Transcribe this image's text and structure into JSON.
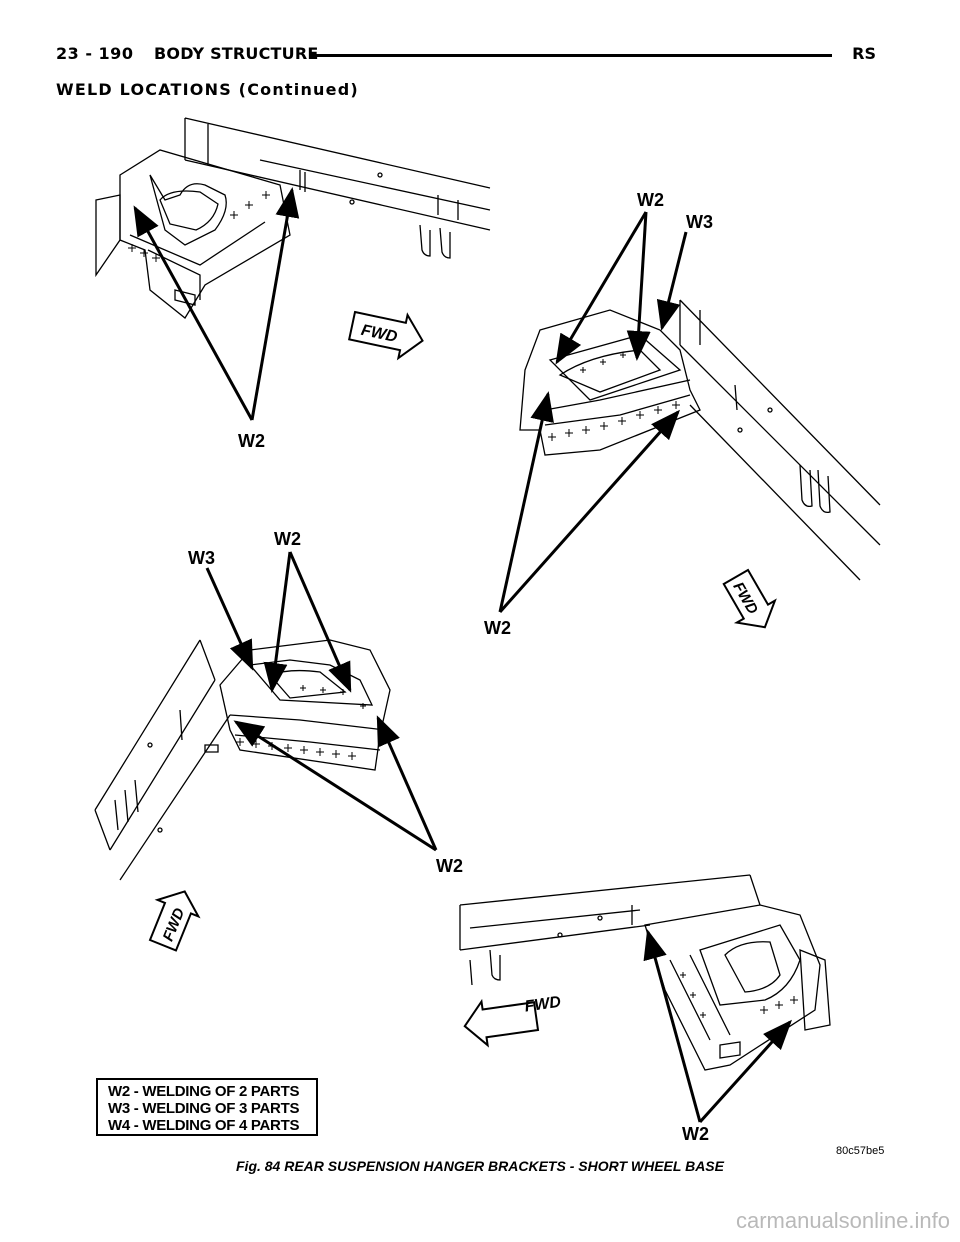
{
  "header": {
    "page_number": "23 - 190",
    "section_title": "BODY STRUCTURE",
    "model_code": "RS"
  },
  "subheading": "WELD LOCATIONS (Continued)",
  "figure": {
    "callouts": {
      "w2_a": "W2",
      "w2_b": "W2",
      "w3_b": "W3",
      "w2_c": "W2",
      "w2_d": "W2",
      "w3_d": "W3",
      "w2_e": "W2",
      "w2_f": "W2"
    },
    "arrows": {
      "fwd1": "FWD",
      "fwd2": "FWD",
      "fwd3": "FWD",
      "fwd4": "FWD"
    },
    "figure_code": "80c57be5"
  },
  "legend": [
    "W2 - WELDING OF 2 PARTS",
    "W3 - WELDING OF 3 PARTS",
    "W4 - WELDING OF 4 PARTS"
  ],
  "caption": "Fig. 84 REAR SUSPENSION HANGER BRACKETS - SHORT WHEEL BASE",
  "watermark": "carmanualsonline.info"
}
